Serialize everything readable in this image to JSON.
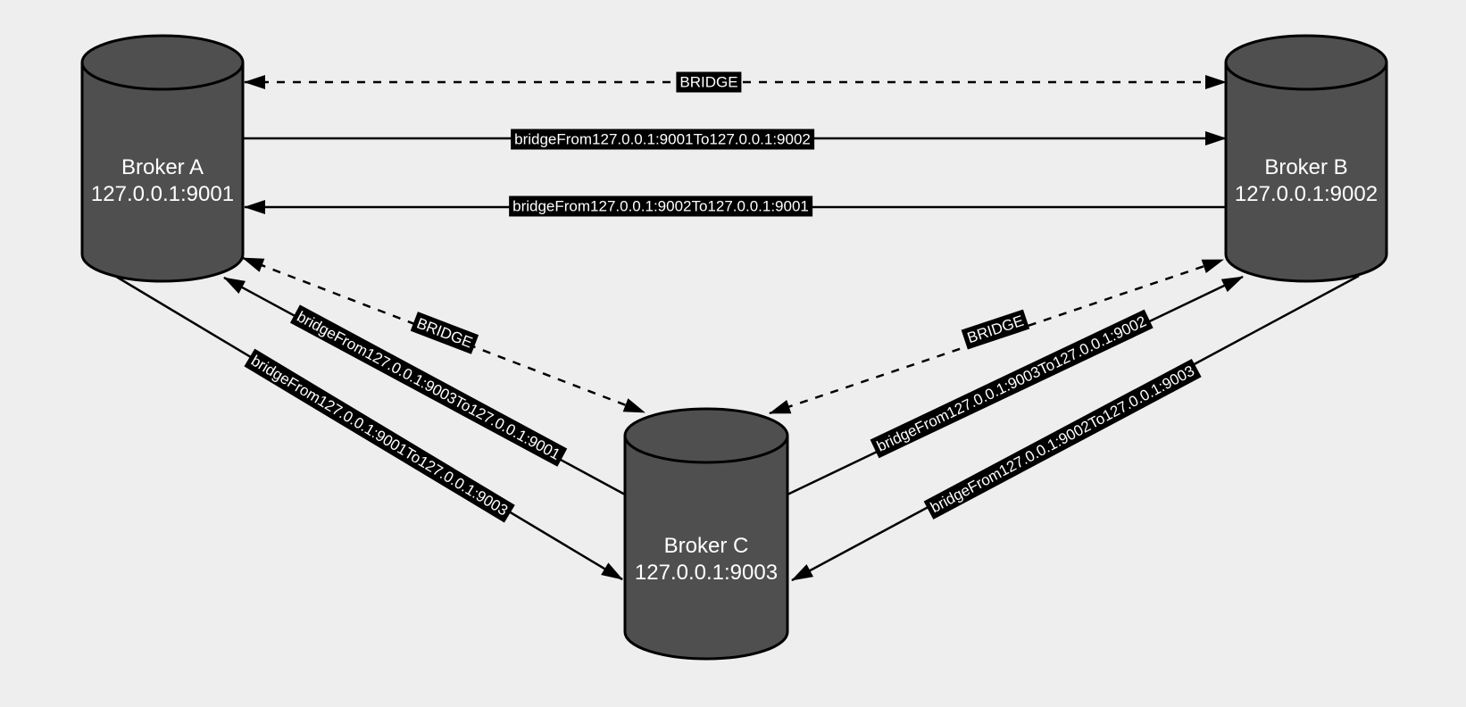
{
  "diagram": {
    "type": "broker-bridge-topology",
    "colors": {
      "canvas_background": "#eeeeee",
      "node_fill": "#4f4f4f",
      "node_stroke": "#000000",
      "node_text": "#ffffff",
      "edge_stroke": "#000000",
      "edge_label_background": "#000000",
      "edge_label_text": "#ffffff"
    },
    "nodes": {
      "broker_a": {
        "name": "Broker A",
        "address": "127.0.0.1:9001"
      },
      "broker_b": {
        "name": "Broker B",
        "address": "127.0.0.1:9002"
      },
      "broker_c": {
        "name": "Broker C",
        "address": "127.0.0.1:9003"
      }
    },
    "edges": {
      "ab_bridge": {
        "label": "BRIDGE",
        "style": "dashed",
        "direction": "bidirectional",
        "between": "Broker A and Broker B"
      },
      "a_to_b": {
        "label": "bridgeFrom127.0.0.1:9001To127.0.0.1:9002",
        "style": "solid",
        "direction": "A to B"
      },
      "b_to_a": {
        "label": "bridgeFrom127.0.0.1:9002To127.0.0.1:9001",
        "style": "solid",
        "direction": "B to A"
      },
      "ac_bridge": {
        "label": "BRIDGE",
        "style": "dashed",
        "direction": "bidirectional",
        "between": "Broker A and Broker C"
      },
      "c_to_a": {
        "label": "bridgeFrom127.0.0.1:9003To127.0.0.1:9001",
        "style": "solid",
        "direction": "C to A"
      },
      "a_to_c": {
        "label": "bridgeFrom127.0.0.1:9001To127.0.0.1:9003",
        "style": "solid",
        "direction": "A to C"
      },
      "bc_bridge": {
        "label": "BRIDGE",
        "style": "dashed",
        "direction": "bidirectional",
        "between": "Broker B and Broker C"
      },
      "c_to_b": {
        "label": "bridgeFrom127.0.0.1:9003To127.0.0.1:9002",
        "style": "solid",
        "direction": "C to B"
      },
      "b_to_c": {
        "label": "bridgeFrom127.0.0.1:9002To127.0.0.1:9003",
        "style": "solid",
        "direction": "B to C"
      }
    }
  }
}
